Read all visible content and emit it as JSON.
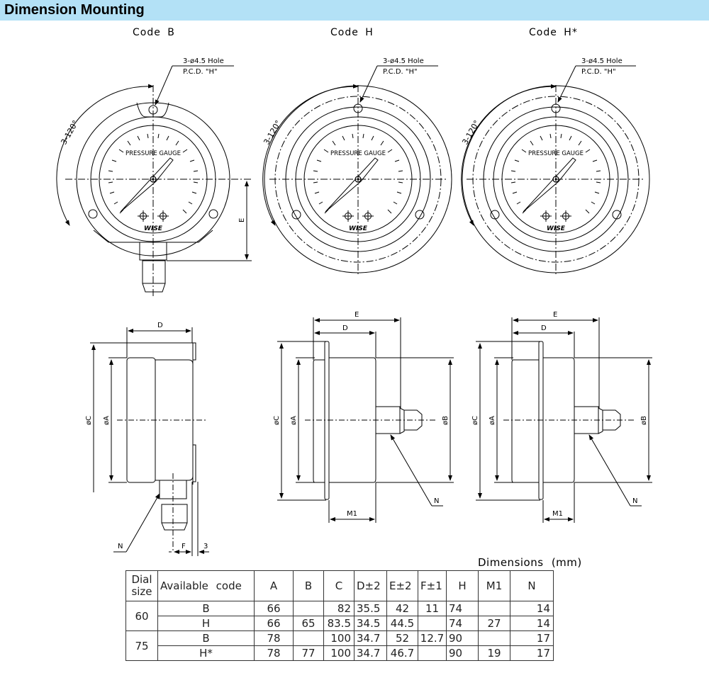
{
  "header": {
    "title": "Dimension Mounting",
    "bar_color": "#b3e1f6"
  },
  "codes": [
    {
      "label": "Code  B",
      "code": "B"
    },
    {
      "label": "Code  H",
      "code": "H"
    },
    {
      "label": "Code  H*",
      "code": "H*"
    }
  ],
  "front_view": {
    "hole_callout_line1": "3-ø4.5  Hole",
    "hole_callout_line2": "P.C.D.  \"H\"",
    "angle_label": "3-120°",
    "dial_text": "PRESSURE  GAUGE",
    "brand": "WISE",
    "dimension_E": "E"
  },
  "side_view": {
    "dim_D": "D",
    "dim_E": "E",
    "dim_C": "øC",
    "dim_A": "øA",
    "dim_B": "øB",
    "dim_M1": "M1",
    "dim_F": "F",
    "dim_3": "3",
    "callout_N": "N"
  },
  "table": {
    "units_label": "Dimensions  (mm)",
    "headers": [
      "Dial size",
      "Available  code",
      "A",
      "B",
      "C",
      "D±2",
      "E±2",
      "F±1",
      "H",
      "M1",
      "N"
    ],
    "header_dial_line1": "Dial",
    "header_dial_line2": "size",
    "groups": [
      {
        "dial_size": "60",
        "rows": [
          {
            "code": "B",
            "A": "66",
            "B": "",
            "C": "82",
            "D": "35.5",
            "E": "42",
            "F": "11",
            "H": "74",
            "M1": "",
            "N": "14"
          },
          {
            "code": "H",
            "A": "66",
            "B": "65",
            "C": "83.5",
            "D": "34.5",
            "E": "44.5",
            "F": "",
            "H": "74",
            "M1": "27",
            "N": "14"
          }
        ]
      },
      {
        "dial_size": "75",
        "rows": [
          {
            "code": "B",
            "A": "78",
            "B": "",
            "C": "100",
            "D": "34.7",
            "E": "52",
            "F": "12.7",
            "H": "90",
            "M1": "",
            "N": "17"
          },
          {
            "code": "H*",
            "A": "78",
            "B": "77",
            "C": "100",
            "D": "34.7",
            "E": "46.7",
            "F": "",
            "H": "90",
            "M1": "19",
            "N": "17"
          }
        ]
      }
    ]
  }
}
